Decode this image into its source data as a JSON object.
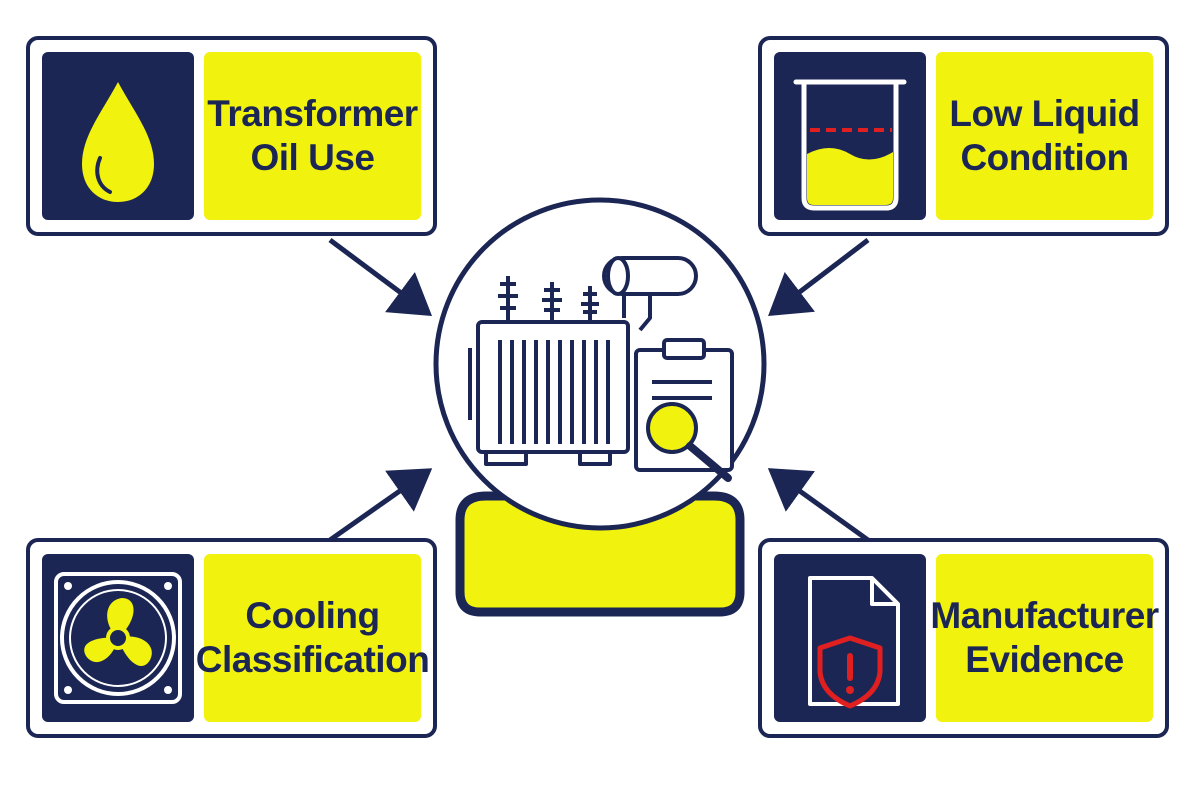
{
  "cards": {
    "top_left": {
      "line1": "Transformer",
      "line2": "Oil Use",
      "icon": "oil-drop-icon"
    },
    "top_right": {
      "line1": "Low Liquid",
      "line2": "Condition",
      "icon": "liquid-level-icon"
    },
    "bottom_left": {
      "line1": "Cooling",
      "line2": "Classification",
      "icon": "fan-icon"
    },
    "bottom_right": {
      "line1": "Manufacturer",
      "line2": "Evidence",
      "icon": "document-warning-icon"
    }
  },
  "center": {
    "icon": "transformer-inspection-icon"
  },
  "colors": {
    "navy": "#1b2654",
    "yellow": "#f2f20f",
    "red": "#e02020",
    "white": "#ffffff"
  }
}
